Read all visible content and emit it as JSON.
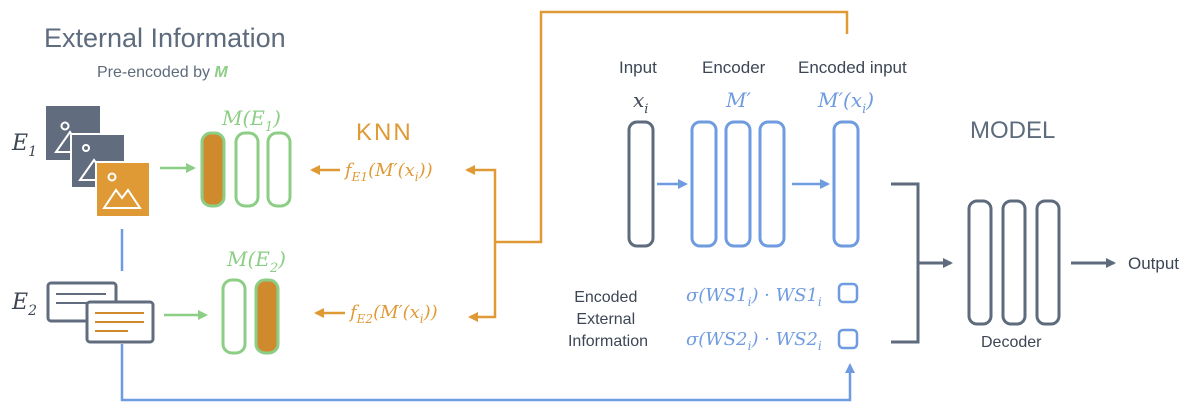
{
  "title": "External Information",
  "subtitle_prefix": "Pre-encoded by ",
  "subtitle_symbol": "M",
  "e1_label": "E",
  "e1_sub": "1",
  "e2_label": "E",
  "e2_sub": "2",
  "m_e1": {
    "fn": "M(E",
    "sub": "1",
    "close": ")"
  },
  "m_e2": {
    "fn": "M(E",
    "sub": "2",
    "close": ")"
  },
  "knn": "KNN",
  "f_e1": {
    "f": "f",
    "sub": "E1",
    "arg": "(M′(x",
    "argsub": "i",
    "close": "))"
  },
  "f_e2": {
    "f": "f",
    "sub": "E2",
    "arg": "(M′(x",
    "argsub": "i",
    "close": "))"
  },
  "input_header": "Input",
  "encoder_header": "Encoder",
  "encoded_input_header": "Encoded input",
  "x_symbol": {
    "base": "x",
    "sub": "i"
  },
  "m_prime": "M′",
  "m_prime_x": {
    "base": "M′(x",
    "sub": "i",
    "close": ")"
  },
  "model_label": "MODEL",
  "encoded_ext_lines": [
    "Encoded",
    "External",
    "Information"
  ],
  "ws1": {
    "a": "σ(WS1",
    "asub": "i",
    "b": ") · WS1",
    "bsub": "i"
  },
  "ws2": {
    "a": "σ(WS2",
    "asub": "i",
    "b": ") · WS2",
    "bsub": "i"
  },
  "decoder_label": "Decoder",
  "output_label": "Output",
  "colors": {
    "gray": "#5d6b7c",
    "green": "#8dce86",
    "orange": "#df9a35",
    "blue": "#6f9be0",
    "icon_dark": "#616d7e",
    "doc_orange": "#cf8a2d"
  }
}
